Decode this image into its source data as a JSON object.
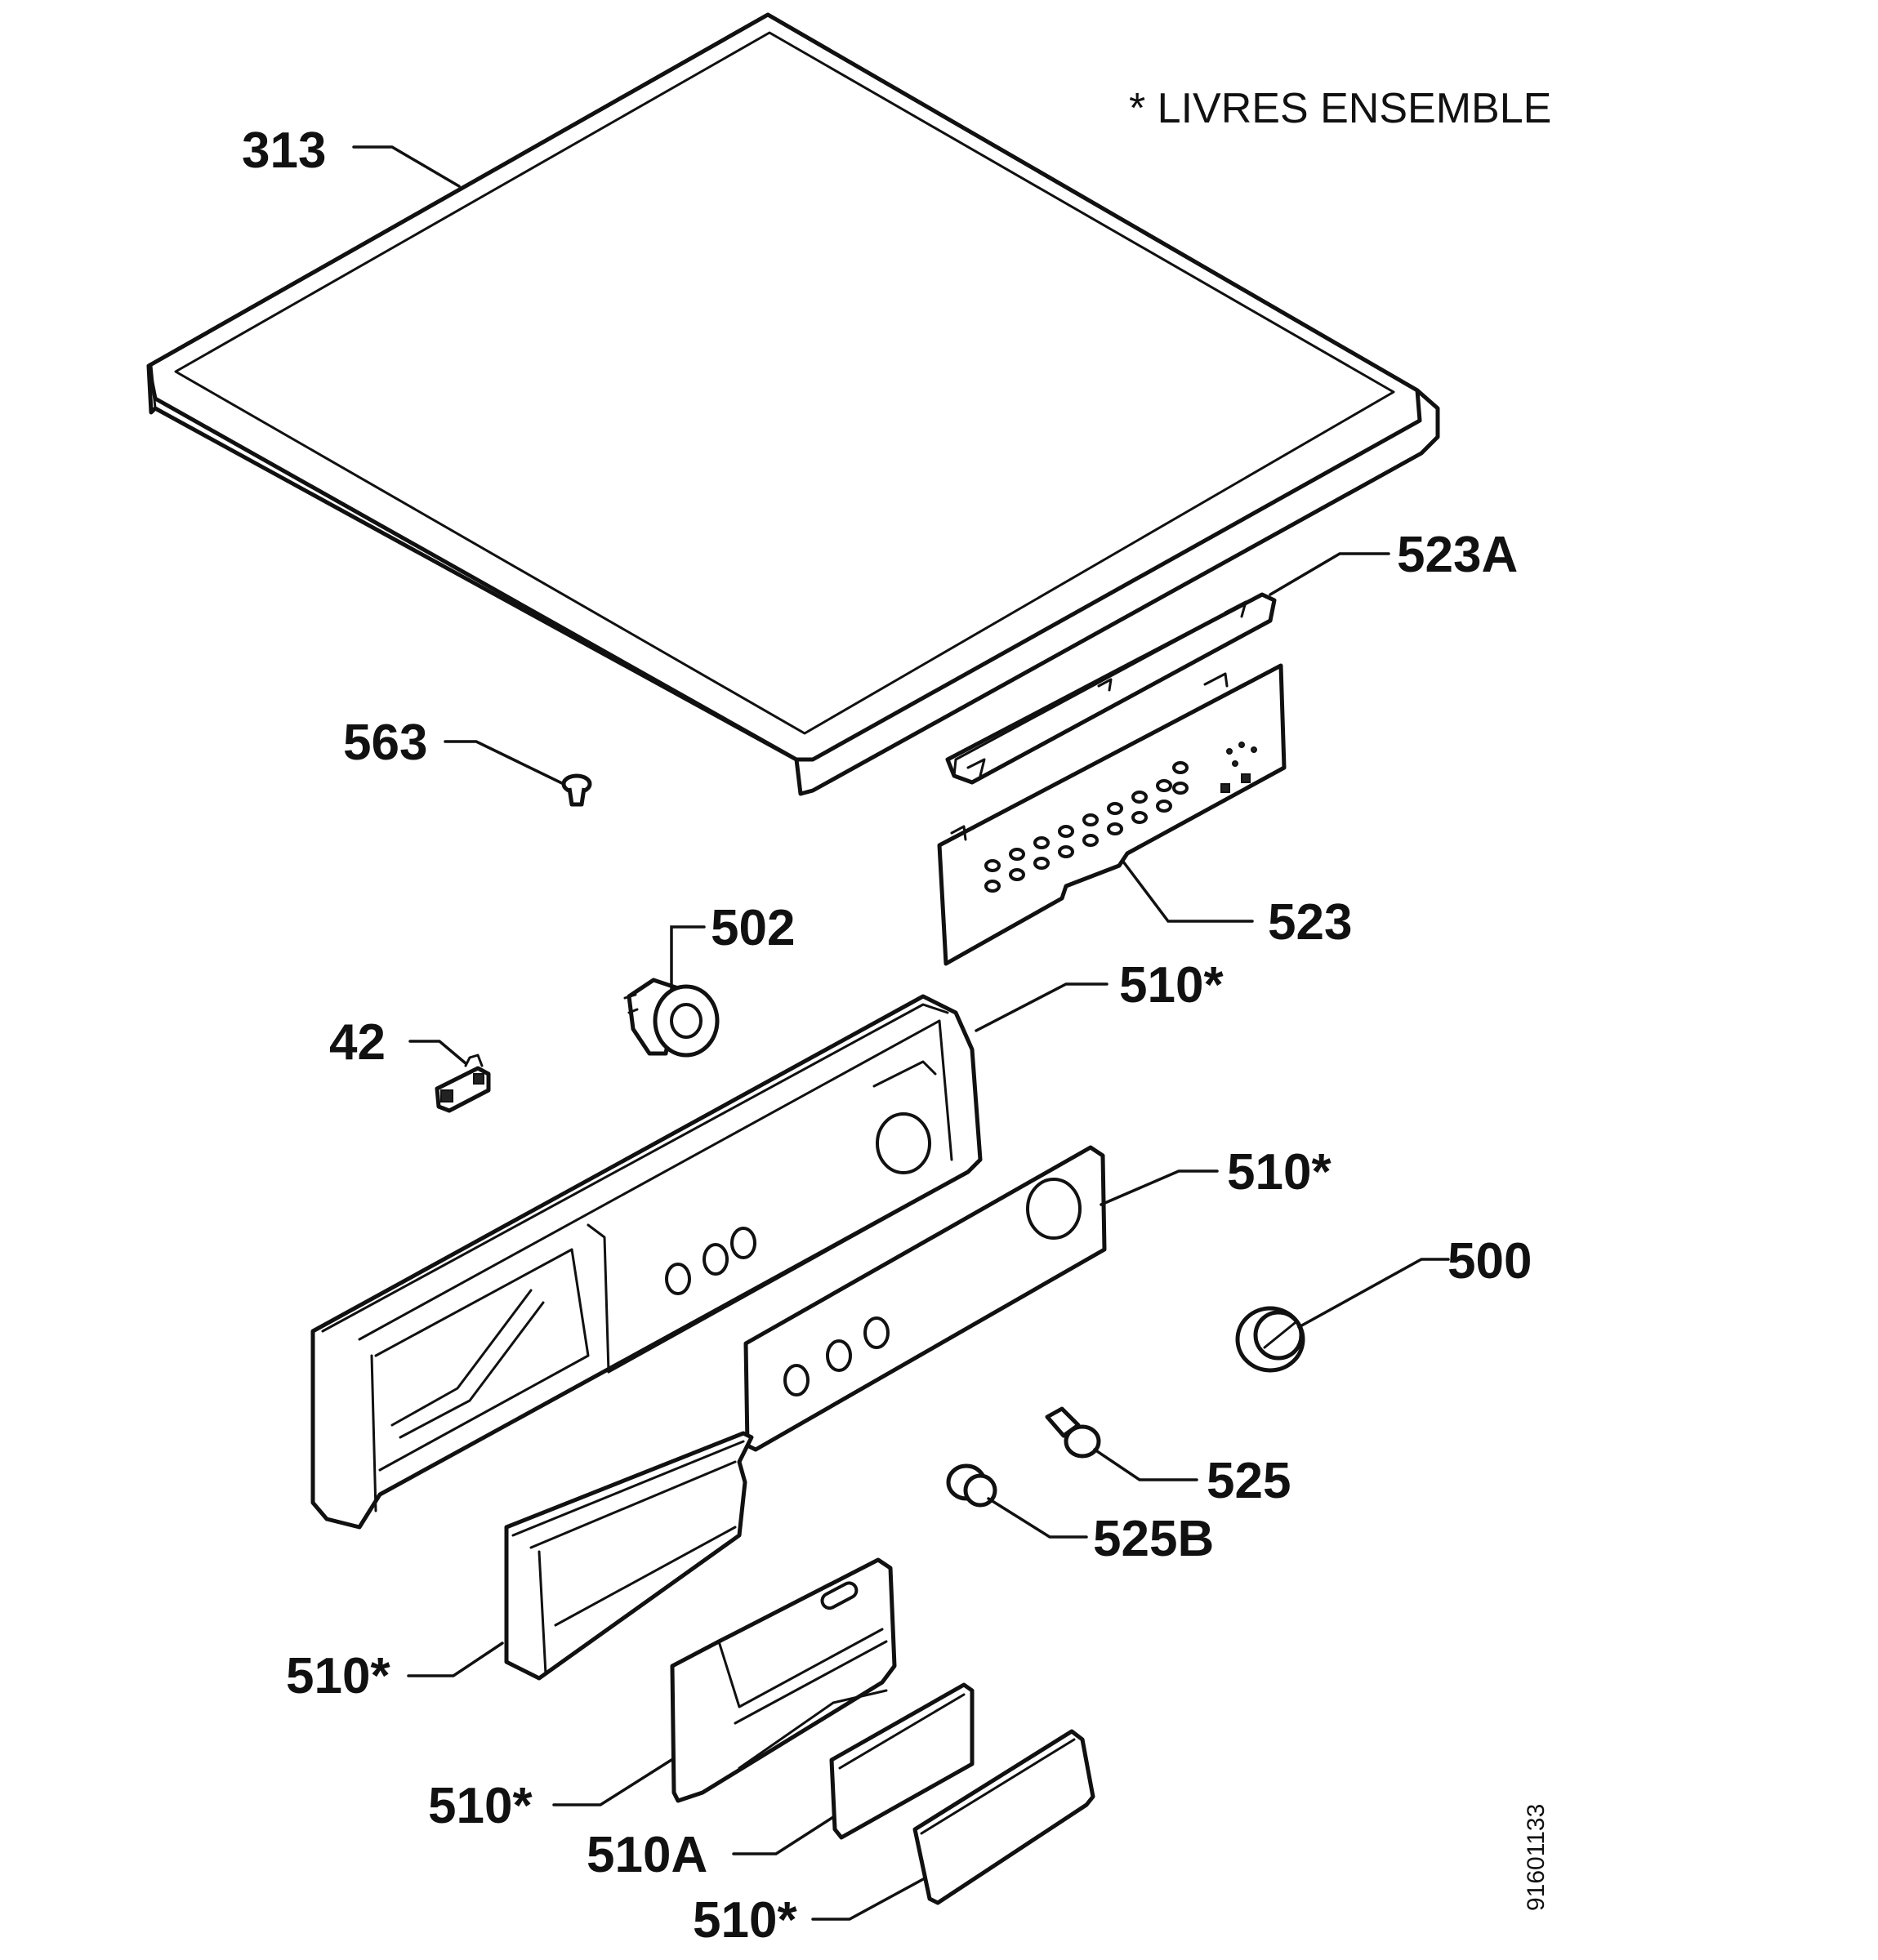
{
  "note": "* LIVRES ENSEMBLE",
  "drawing_number": "91601133",
  "labels": {
    "l313": "313",
    "l523a": "523A",
    "l563": "563",
    "l502": "502",
    "l523": "523",
    "l510_a": "510*",
    "l42": "42",
    "l510_b": "510*",
    "l500": "500",
    "l525": "525",
    "l525b": "525B",
    "l510_c": "510*",
    "l510_d": "510*",
    "l510a": "510A",
    "l510_e": "510*"
  }
}
